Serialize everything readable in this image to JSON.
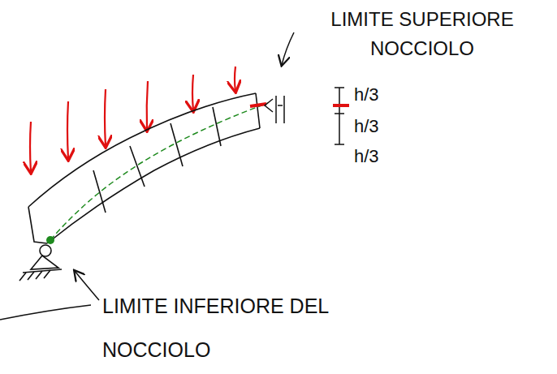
{
  "diagram": {
    "labels": [
      "LIMITE SUPERIORE NOCCIOLO",
      "h/3",
      "h/3",
      "h/3",
      "LIMITE INFERIORE DEL NOCCIOLO"
    ]
  }
}
